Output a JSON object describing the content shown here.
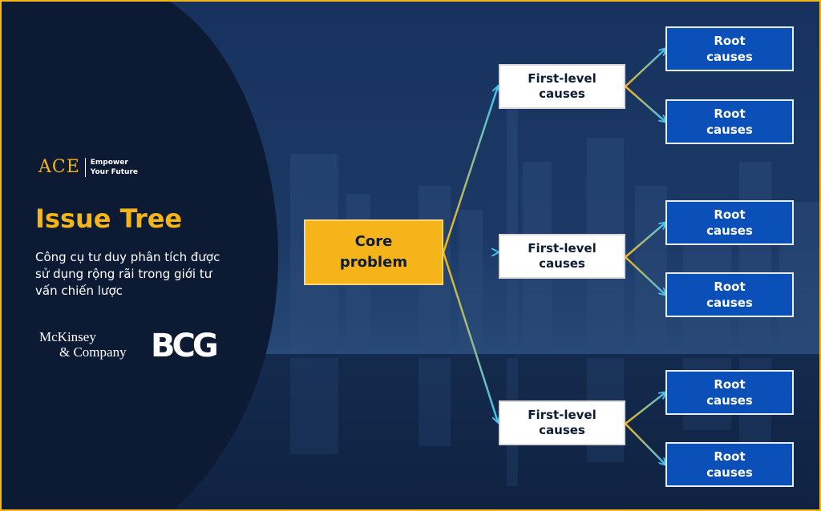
{
  "brand": {
    "name": "ACE",
    "tagline_line1": "Empower",
    "tagline_line2": "Your Future"
  },
  "title": "Issue Tree",
  "subtitle": "Công cụ tư duy phân tích được sử dụng rộng rãi trong giới tư vấn chiến lược",
  "logos": {
    "mckinsey_line1": "McKinsey",
    "mckinsey_line2": "& Company",
    "bcg": "BCG"
  },
  "colors": {
    "accent": "#f4b41a",
    "root_box": "#0b4fb8",
    "arrow_blue": "#3fc1f0",
    "background": "#0d1b33"
  },
  "diagram": {
    "core": {
      "line1": "Core",
      "line2": "problem"
    },
    "first_level": [
      {
        "line1": "First-level",
        "line2": "causes"
      },
      {
        "line1": "First-level",
        "line2": "causes"
      },
      {
        "line1": "First-level",
        "line2": "causes"
      }
    ],
    "root_causes": [
      {
        "line1": "Root",
        "line2": "causes"
      },
      {
        "line1": "Root",
        "line2": "causes"
      },
      {
        "line1": "Root",
        "line2": "causes"
      },
      {
        "line1": "Root",
        "line2": "causes"
      },
      {
        "line1": "Root",
        "line2": "causes"
      },
      {
        "line1": "Root",
        "line2": "causes"
      }
    ]
  }
}
